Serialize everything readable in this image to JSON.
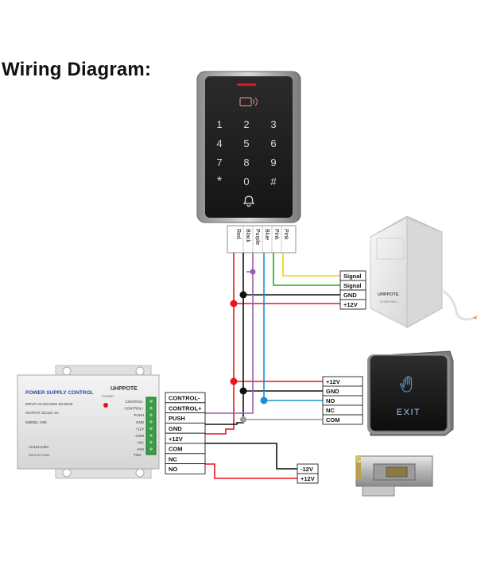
{
  "title": "Wiring Diagram:",
  "keypad": {
    "keys": [
      "1",
      "2",
      "3",
      "4",
      "5",
      "6",
      "7",
      "8",
      "9",
      "*",
      "0",
      "#"
    ],
    "wire_labels": [
      "Red",
      "Black",
      "Purple",
      "Blue",
      "Pink",
      "Pink"
    ]
  },
  "doorbell": {
    "brand": "UHPPOTE",
    "sub": "DOOR BELL",
    "terminals": [
      "Signal",
      "Signal",
      "GND",
      "+12V"
    ]
  },
  "exit_button": {
    "label": "EXIT",
    "terminals": [
      "+12V",
      "GND",
      "NO",
      "NC",
      "COM"
    ]
  },
  "psu": {
    "header": "POWER SUPPLY CONTROL",
    "brand": "UHPPOTE",
    "power_led": "POWER",
    "input": "INPUT: AC110-240V  50-60HZ",
    "output": "OUTPUT: DC12V  3A",
    "model": "MODEL: K80",
    "ac_label": "AC110-240V",
    "made_in": "MADE IN CHINA",
    "time_label": "Time",
    "terminal_labels": [
      "CONTROL-",
      "CONTROL+",
      "PUSH",
      "GND",
      "+12V",
      "-COM",
      "+NC",
      "+NO"
    ],
    "terminals": [
      "CONTROL-",
      "CONTROL+",
      "PUSH",
      "GND",
      "+12V",
      "COM",
      "NC",
      "NO"
    ]
  },
  "lock": {
    "terminals": [
      "-12V",
      "+12V"
    ]
  },
  "colors": {
    "red": "#e8141c",
    "black": "#111111",
    "purple": "#9a5cb4",
    "blue": "#1a8fd6",
    "green": "#2aa52a",
    "yellow": "#f0d200",
    "gray": "#9a9a9a"
  }
}
